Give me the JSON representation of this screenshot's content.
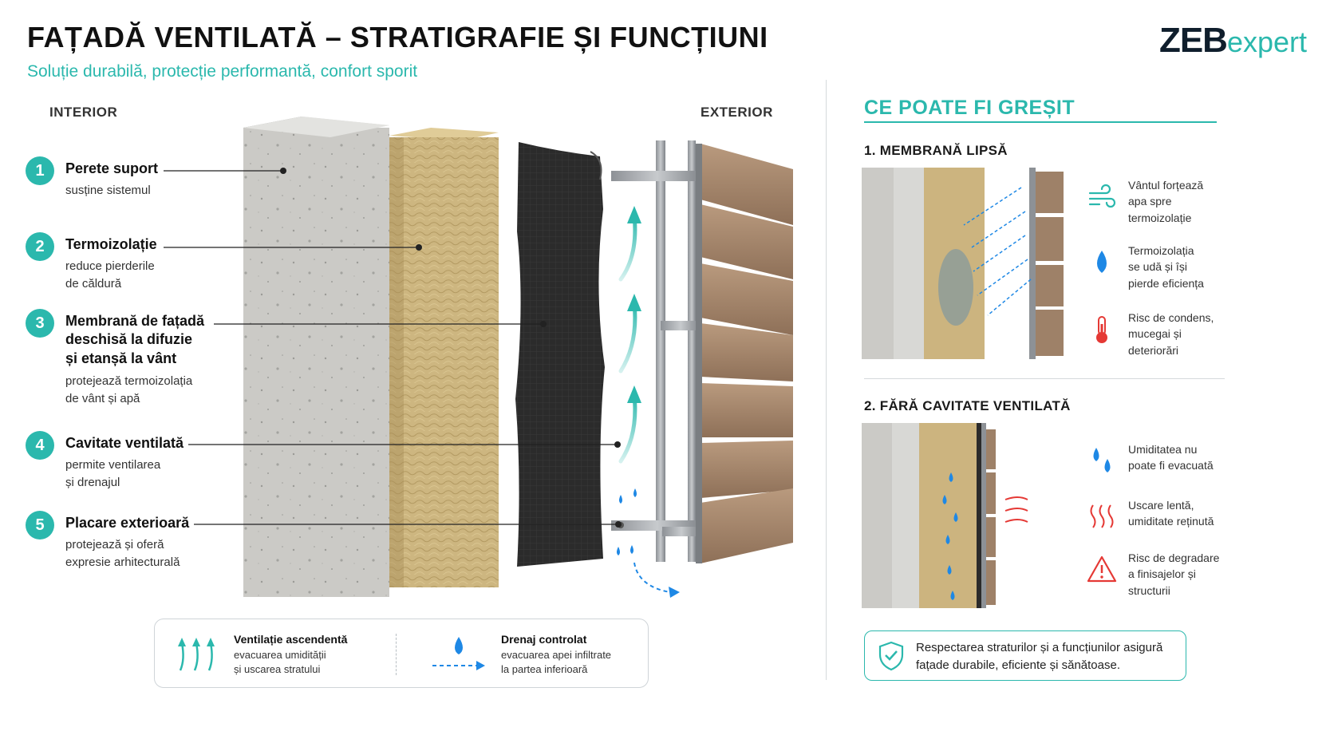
{
  "header": {
    "title": "FAȚADĂ VENTILATĂ – STRATIGRAFIE ȘI FUNCȚIUNI",
    "subtitle": "Soluție durabilă, protecție performantă, confort sporit"
  },
  "logo": {
    "bold": "ZEB",
    "light": "expert"
  },
  "labels": {
    "interior": "INTERIOR",
    "exterior": "EXTERIOR"
  },
  "layers": [
    {
      "num": "1",
      "title": "Perete suport",
      "desc": "susține sistemul"
    },
    {
      "num": "2",
      "title": "Termoizolație",
      "desc": "reduce pierderile\nde căldură"
    },
    {
      "num": "3",
      "title": "Membrană de fațadă\ndeschisă la difuzie\nși etanșă la vânt",
      "desc": "protejează termoizolația\nde vânt și apă"
    },
    {
      "num": "4",
      "title": "Cavitate ventilată",
      "desc": "permite ventilarea\nși drenajul"
    },
    {
      "num": "5",
      "title": "Placare exterioară",
      "desc": "protejează și oferă\nexpresie arhitecturală"
    }
  ],
  "legend": {
    "ventilation": {
      "title": "Ventilație ascendentă",
      "desc": "evacuarea umidității\nși uscarea stratului"
    },
    "drainage": {
      "title": "Drenaj controlat",
      "desc": "evacuarea apei infiltrate\nla partea inferioară"
    }
  },
  "right_panel": {
    "title": "CE POATE FI GREȘIT",
    "section1": {
      "title": "1. MEMBRANĂ LIPSĂ",
      "items": [
        {
          "icon": "wind-icon",
          "text": "Vântul forțează\napa spre\ntermoizolație"
        },
        {
          "icon": "water-drop-icon",
          "text": "Termoizolația\nse udă și își\npierde eficiența"
        },
        {
          "icon": "thermometer-icon",
          "text": "Risc de condens,\nmucegai și\ndeteriorări"
        }
      ]
    },
    "section2": {
      "title": "2. FĂRĂ CAVITATE VENTILATĂ",
      "items": [
        {
          "icon": "drops-icon",
          "text": "Umiditatea nu\npoate fi evacuată"
        },
        {
          "icon": "heat-waves-icon",
          "text": "Uscare lentă,\numiditate reținută"
        },
        {
          "icon": "warning-icon",
          "text": "Risc de degradare\na finisajelor și\nstructurii"
        }
      ]
    },
    "note": "Respectarea straturilor și a funcțiunilor asigură fațade durabile, eficiente și sănătoase."
  },
  "colors": {
    "accent": "#2bb8ad",
    "dark": "#0f1e2c",
    "water": "#1e88e5",
    "danger": "#e53935",
    "concrete": "#c9c9c6",
    "insulation": "#c9b27e",
    "membrane": "#2a2a2a",
    "wood": "#a6876c"
  }
}
